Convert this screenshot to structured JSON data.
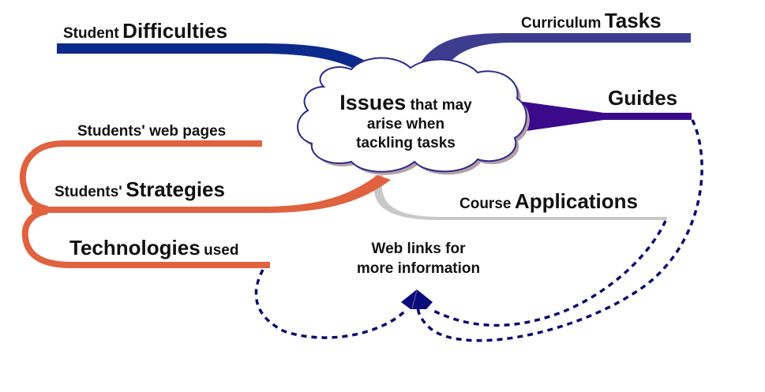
{
  "diagram": {
    "type": "mind-map",
    "center": {
      "title": "Issues",
      "subtitle_line1": "that may",
      "subtitle_line2": "arise when",
      "subtitle_line3": "tackling tasks",
      "shape": "cloud"
    },
    "branches": [
      {
        "id": "student-difficulties",
        "prefix": "Student",
        "main": "Difficulties",
        "color": "#0b2a8c"
      },
      {
        "id": "curriculum-tasks",
        "prefix": "Curriculum",
        "main": "Tasks",
        "color": "#3d3d8f"
      },
      {
        "id": "guides",
        "prefix": "",
        "main": "Guides",
        "color": "#3b0a8a"
      },
      {
        "id": "course-applications",
        "prefix": "Course",
        "main": "Applications",
        "color": "#c8c8c8"
      },
      {
        "id": "students-strategies",
        "prefix": "Students'",
        "main": "Strategies",
        "color": "#e0623f"
      },
      {
        "id": "students-web-pages",
        "prefix": "Students' web pages",
        "main": "",
        "color": "#e0623f"
      },
      {
        "id": "technologies-used",
        "prefix": "",
        "main": "Technologies",
        "suffix": "used",
        "color": "#e0623f"
      }
    ],
    "web_links": {
      "line1": "Web links for",
      "line2": "more information",
      "connector_color": "#0a0a6e",
      "connector_style": "dashed",
      "connects_from": [
        "guides",
        "course-applications",
        "technologies-used"
      ]
    }
  }
}
